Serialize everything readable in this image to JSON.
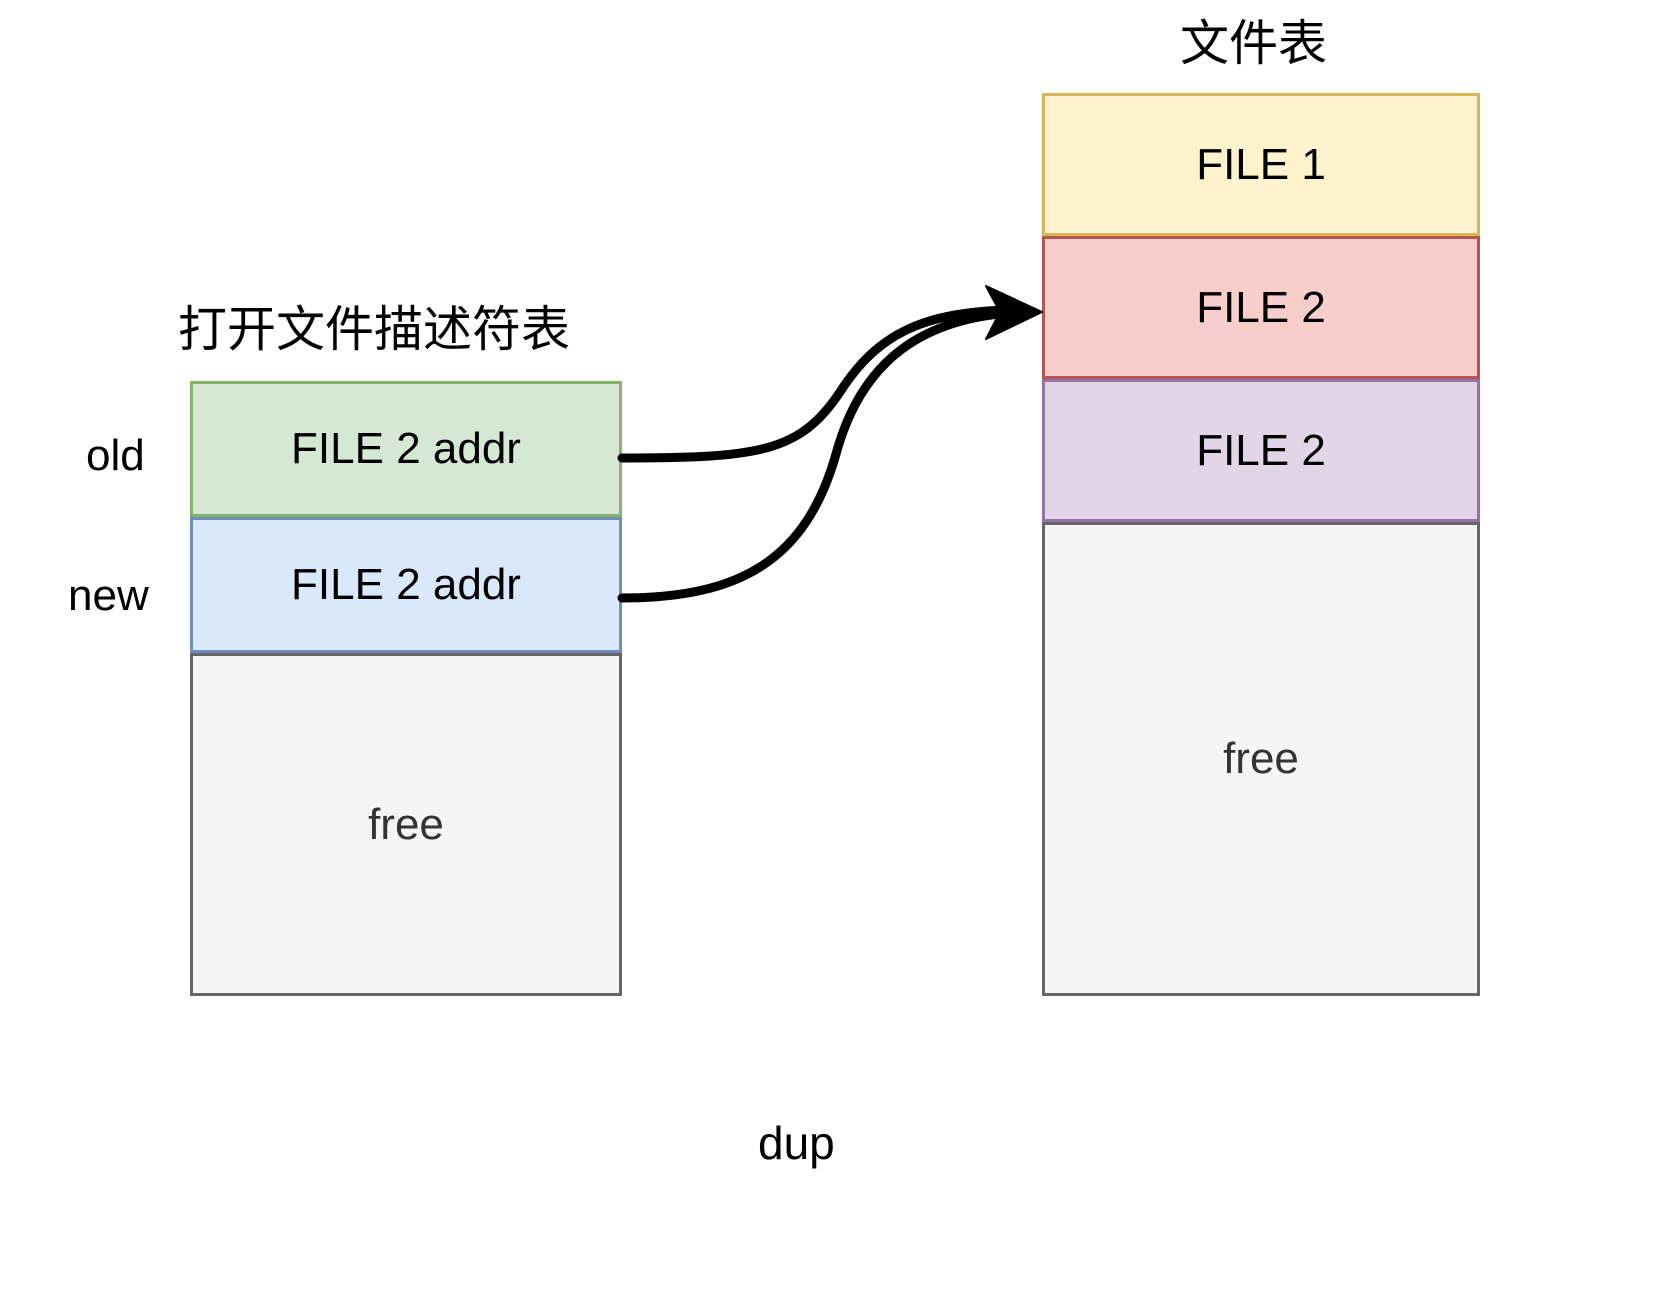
{
  "diagram": {
    "caption": "dup",
    "background_color": "#ffffff"
  },
  "fd_table": {
    "title": "打开文件描述符表",
    "rows": [
      {
        "side_label": "old",
        "text": "FILE 2 addr",
        "fill": "#d5e8d4",
        "stroke": "#82b366"
      },
      {
        "side_label": "new",
        "text": "FILE 2 addr",
        "fill": "#dae8fc",
        "stroke": "#6c8ebf"
      },
      {
        "side_label": "",
        "text": "free",
        "fill": "#f5f5f5",
        "stroke": "#666666"
      }
    ]
  },
  "file_table": {
    "title": "文件表",
    "rows": [
      {
        "text": "FILE 1",
        "fill": "#fff2cc",
        "stroke": "#d6b656"
      },
      {
        "text": "FILE 2",
        "fill": "#f8cecc",
        "stroke": "#b85450"
      },
      {
        "text": "FILE 2",
        "fill": "#e1d5e7",
        "stroke": "#9673a6"
      },
      {
        "text": "free",
        "fill": "#f5f5f5",
        "stroke": "#666666"
      }
    ]
  },
  "arrows": {
    "stroke_color": "#000000",
    "from_old_label": "old-entry-to-file2",
    "from_new_label": "new-entry-to-file2",
    "target_label": "FILE 2"
  }
}
